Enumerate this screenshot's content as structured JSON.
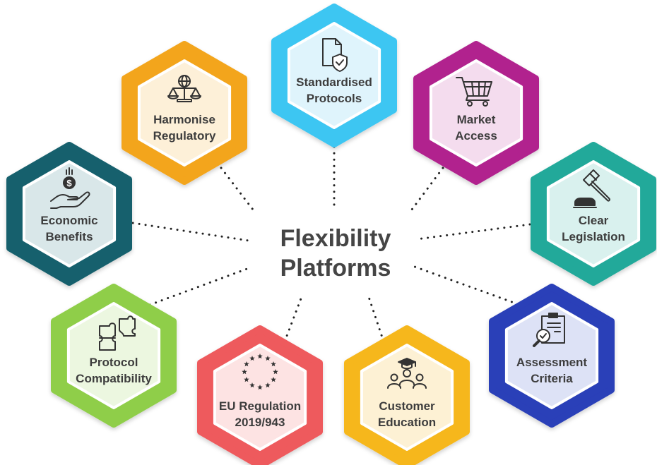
{
  "center": {
    "line1": "Flexibility",
    "line2": "Platforms"
  },
  "nodes": [
    {
      "id": "standardised-protocols",
      "line1": "Standardised",
      "line2": "Protocols",
      "icon": "document-shield-icon",
      "color": "#3ec6f2",
      "fill": "#dff4fc"
    },
    {
      "id": "harmonise-regulatory",
      "line1": "Harmonise",
      "line2": "Regulatory",
      "icon": "globe-scales-icon",
      "color": "#f3a51e",
      "fill": "#fdf0d8"
    },
    {
      "id": "market-access",
      "line1": "Market",
      "line2": "Access",
      "icon": "shopping-cart-icon",
      "color": "#b1248e",
      "fill": "#f4dcee"
    },
    {
      "id": "economic-benefits",
      "line1": "Economic",
      "line2": "Benefits",
      "icon": "hand-coin-icon",
      "color": "#15616d",
      "fill": "#d9e7e9"
    },
    {
      "id": "clear-legislation",
      "line1": "Clear",
      "line2": "Legislation",
      "icon": "gavel-icon",
      "color": "#22a99a",
      "fill": "#d9f1ee"
    },
    {
      "id": "protocol-compatibility",
      "line1": "Protocol",
      "line2": "Compatibility",
      "icon": "puzzle-icon",
      "color": "#8fce4a",
      "fill": "#ecf7e0"
    },
    {
      "id": "assessment-criteria",
      "line1": "Assessment",
      "line2": "Criteria",
      "icon": "clipboard-magnifier-icon",
      "color": "#2a3fb8",
      "fill": "#dde2f6"
    },
    {
      "id": "eu-regulation",
      "line1": "EU Regulation",
      "line2": "2019/943",
      "icon": "eu-stars-icon",
      "color": "#ee5a5d",
      "fill": "#fde3e3"
    },
    {
      "id": "customer-education",
      "line1": "Customer",
      "line2": "Education",
      "icon": "graduation-group-icon",
      "color": "#f6b71d",
      "fill": "#fdf1d4"
    }
  ]
}
